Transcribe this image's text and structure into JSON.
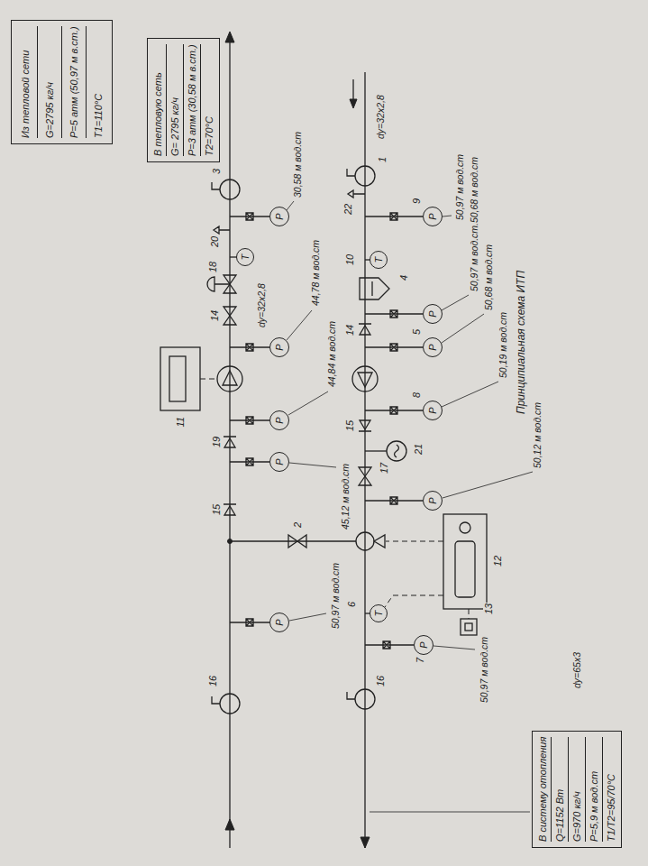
{
  "diagram": {
    "title": "Принципиальная схема ИТП",
    "nodes": [
      {
        "text": [
          "Из тепловой сети",
          "G=2795 кг/ч",
          "P=5 атм (50,97 м в.ст.)",
          "T1=110°C"
        ]
      },
      {
        "text": [
          "В тепловую сеть",
          "G= 2795 кг/ч",
          "P=3 атм (30,58 м в.ст.)",
          "T2=70°C"
        ]
      },
      {
        "text": [
          "В систему отопления",
          "Q=1152 Вт",
          "G=970 кг/ч",
          "P=5,9 м вод.ст",
          "T1/T2=95/70°C"
        ]
      },
      {
        "text": [
          "P"
        ]
      },
      {
        "text": [
          "P"
        ]
      },
      {
        "text": [
          "P"
        ]
      },
      {
        "text": [
          "P"
        ]
      },
      {
        "text": [
          "P"
        ]
      },
      {
        "text": [
          "P"
        ]
      },
      {
        "text": [
          "P"
        ]
      },
      {
        "text": [
          "P"
        ]
      },
      {
        "text": [
          "P"
        ]
      },
      {
        "text": [
          "P"
        ]
      },
      {
        "text": [
          "P"
        ]
      },
      {
        "text": [
          "T"
        ]
      },
      {
        "text": [
          "T"
        ]
      },
      {
        "text": [
          "T"
        ]
      }
    ],
    "labels": [
      "50,97 м вод.ст",
      "50,97 м вод.ст.50,68 м вод.ст",
      "50,68 м вод.ст",
      "50,19 м вод.ст",
      "50,12 м вод.ст",
      "50,97 м вод.ст",
      "30,58 м вод.ст",
      "44,78 м вод.ст",
      "44,84 м вод.ст",
      "45,12 м вод.ст",
      "50,97 м вод.ст",
      "dy=32x2,8",
      "dy=32x2,8",
      "dy=65x3",
      "1",
      "22",
      "9",
      "10",
      "4",
      "14",
      "5",
      "8",
      "15",
      "17",
      "21",
      "12",
      "13",
      "6",
      "2",
      "7",
      "16",
      "3",
      "20",
      "18",
      "14",
      "11",
      "19",
      "15",
      "16"
    ]
  }
}
